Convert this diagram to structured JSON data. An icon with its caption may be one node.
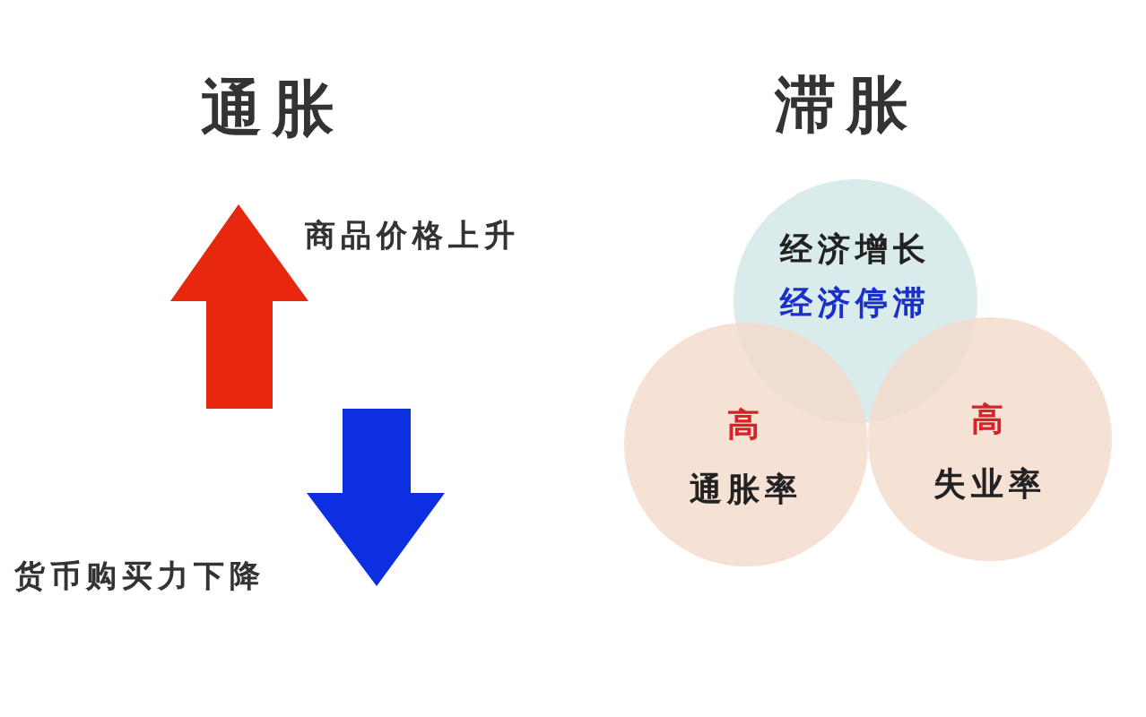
{
  "diagram": {
    "nodes": [
      {
        "text": [
          "经济增长",
          "经济停滞"
        ]
      },
      {
        "text": [
          "高",
          "通胀率"
        ]
      },
      {
        "text": [
          "高",
          "失业率"
        ]
      }
    ],
    "labels": [
      "通胀",
      "滞胀",
      "商品价格上升",
      "货币购买力下降"
    ]
  }
}
